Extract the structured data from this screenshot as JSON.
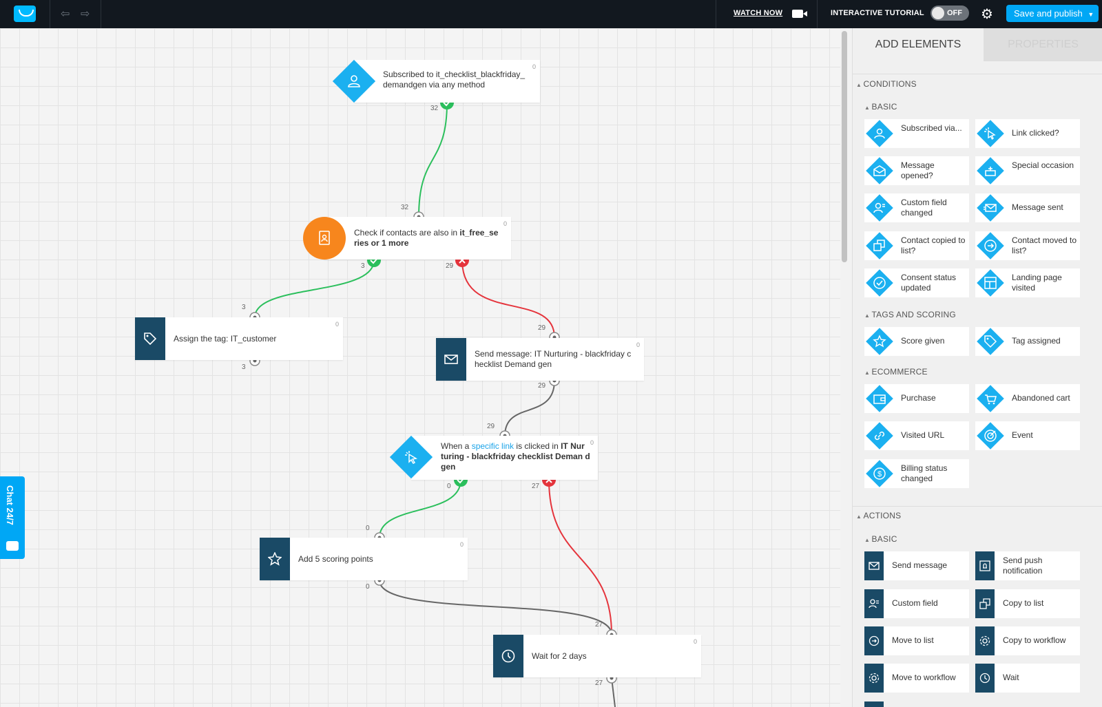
{
  "topbar": {
    "watch_now": "WATCH NOW",
    "tutorial": "INTERACTIVE TUTORIAL",
    "toggle_state": "OFF",
    "publish": "Save and publish"
  },
  "canvas": {
    "nodes": {
      "subscribed": {
        "text": "Subscribed to it_checklist_blackfriday_ demandgen via any method",
        "count": "0"
      },
      "check": {
        "text_a": "Check if contacts are also in ",
        "text_b": "it_free_se ries or 1 more",
        "count": "0"
      },
      "assign_tag": {
        "text": "Assign the tag: IT_customer",
        "count": "0"
      },
      "send_message": {
        "text": "Send message: IT Nurturing - blackfriday c hecklist Demand gen",
        "count": "0"
      },
      "link_clicked": {
        "text_a": "When a ",
        "link": "specific link",
        "text_b": " is clicked in ",
        "text_c": "IT Nur turing - blackfriday checklist Deman d gen",
        "count": "0"
      },
      "scoring": {
        "text": "Add 5 scoring points",
        "count": "0"
      },
      "wait": {
        "text": "Wait for 2 days",
        "count": "0"
      }
    },
    "labels": {
      "subscribed_out": "32",
      "check_in": "32",
      "check_yes": "3",
      "check_no": "29",
      "tag_in": "3",
      "tag_out": "3",
      "send_in": "29",
      "send_out": "29",
      "link_in": "29",
      "link_yes": "0",
      "link_no": "27",
      "score_in": "0",
      "score_out": "0",
      "wait_in": "27",
      "wait_out": "27"
    },
    "colors": {
      "yes": "#2bbf5c",
      "no": "#e5343c",
      "neutral": "#666666"
    }
  },
  "chat": {
    "label": "Chat 24/7"
  },
  "panel": {
    "tabs": {
      "add": "ADD ELEMENTS",
      "properties": "PROPERTIES"
    },
    "conditions": {
      "title": "CONDITIONS",
      "basic_title": "BASIC",
      "basic": [
        {
          "label": "Subscribed via...",
          "icon": "user-icon"
        },
        {
          "label": "Link clicked?",
          "icon": "cursor-click-icon"
        },
        {
          "label": "Message opened?",
          "icon": "envelope-open-icon"
        },
        {
          "label": "Special occasion",
          "icon": "cake-icon"
        },
        {
          "label": "Custom field changed",
          "icon": "user-field-icon"
        },
        {
          "label": "Message sent",
          "icon": "envelope-send-icon"
        },
        {
          "label": "Contact copied to list?",
          "icon": "copy-icon"
        },
        {
          "label": "Contact moved to list?",
          "icon": "move-icon"
        },
        {
          "label": "Consent status updated",
          "icon": "consent-icon"
        },
        {
          "label": "Landing page visited",
          "icon": "landing-page-icon"
        }
      ],
      "tags_title": "TAGS AND SCORING",
      "tags": [
        {
          "label": "Score given",
          "icon": "star-icon"
        },
        {
          "label": "Tag assigned",
          "icon": "tag-icon"
        }
      ],
      "ecommerce_title": "ECOMMERCE",
      "ecommerce": [
        {
          "label": "Purchase",
          "icon": "wallet-icon"
        },
        {
          "label": "Abandoned cart",
          "icon": "cart-icon"
        },
        {
          "label": "Visited URL",
          "icon": "link-icon"
        },
        {
          "label": "Event",
          "icon": "target-icon"
        },
        {
          "label": "Billing status changed",
          "icon": "billing-icon"
        }
      ]
    },
    "actions": {
      "title": "ACTIONS",
      "basic_title": "BASIC",
      "basic": [
        {
          "label": "Send message",
          "icon": "envelope-icon"
        },
        {
          "label": "Send push notification",
          "icon": "push-bell-icon"
        },
        {
          "label": "Custom field",
          "icon": "user-field-icon"
        },
        {
          "label": "Copy to list",
          "icon": "copy-icon"
        },
        {
          "label": "Move to list",
          "icon": "move-icon"
        },
        {
          "label": "Copy to workflow",
          "icon": "gear-copy-icon"
        },
        {
          "label": "Move to workflow",
          "icon": "gear-move-icon"
        },
        {
          "label": "Wait",
          "icon": "clock-icon"
        }
      ]
    }
  }
}
